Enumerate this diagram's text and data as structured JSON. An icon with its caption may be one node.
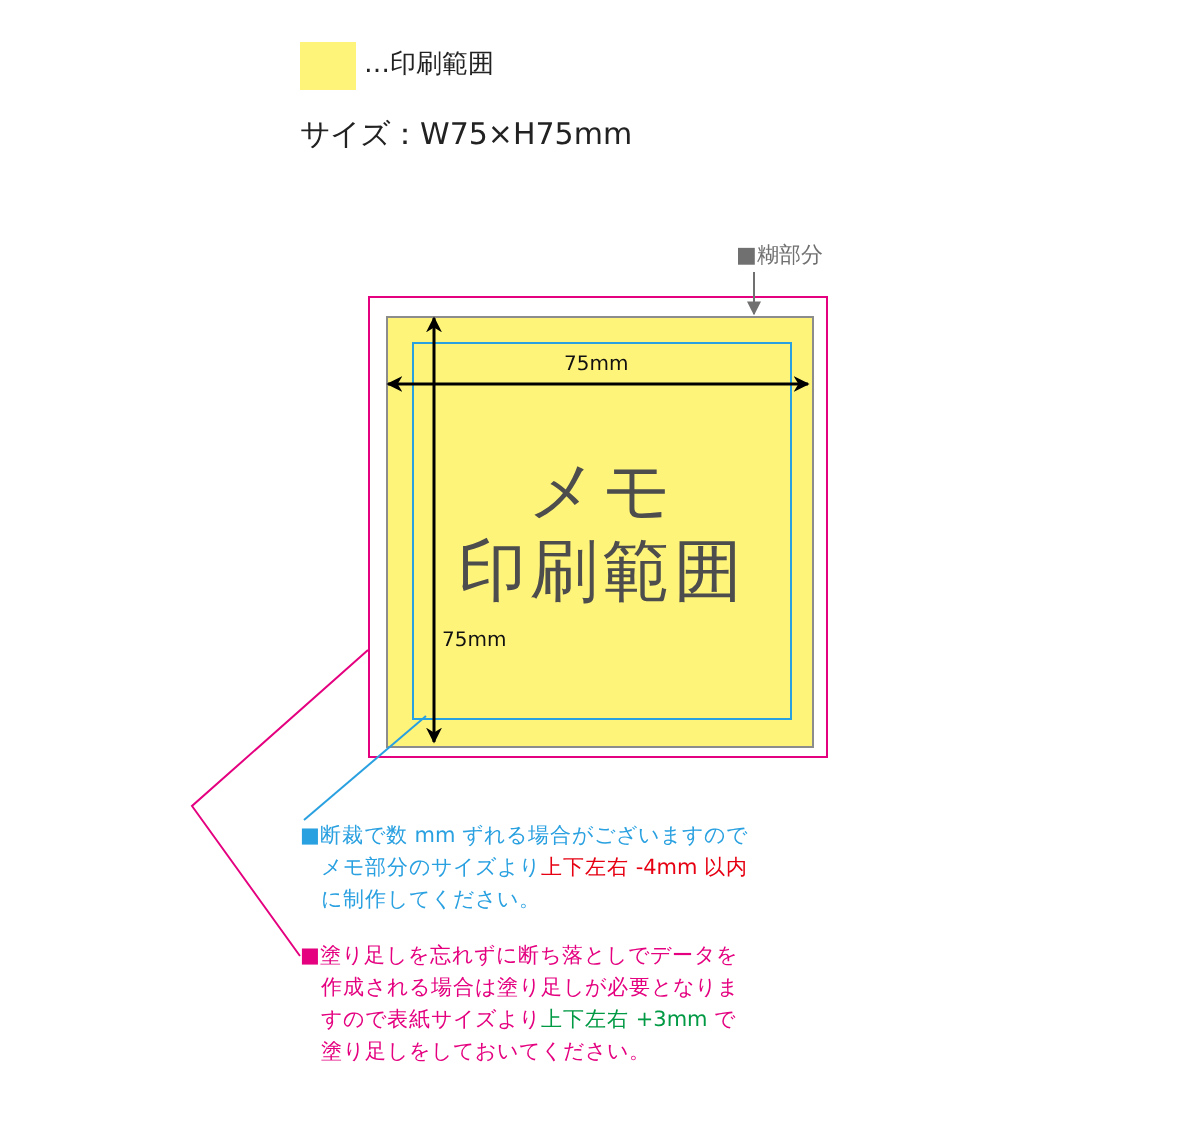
{
  "diagram": {
    "nodes": [
      {
        "text": [],
        "shape": "box"
      },
      {
        "text": [],
        "shape": "box",
        "in": 0
      },
      {
        "text": [
          "メモ",
          "印刷範囲"
        ],
        "in": 1
      },
      {
        "text": [
          "■糊部分"
        ]
      },
      {
        "text": [
          "■断裁で数 mm ずれる場合がございますのでメモ部分のサイズより**上下左右 -4mm 以内**に制作してください。"
        ]
      },
      {
        "text": [
          "■塗り足しを忘れずに断ち落としでデータを作成される場合は塗り足しが必要となりますので表紙サイズより**上下左右 +3mm** で塗り足しをしておいてください。"
        ]
      }
    ],
    "edges": [
      {
        "from": 3,
        "to": 1,
        "arrow": "to",
        "color": "#707070"
      },
      {
        "from": 4,
        "to": 2,
        "arrow": "none",
        "color": "#29a0e0"
      },
      {
        "from": 5,
        "to": 0,
        "arrow": "none",
        "color": "#e4007f"
      }
    ],
    "labels": [
      "サイズ：W75×H75mm",
      "75mm",
      "75mm"
    ],
    "legend": [
      {
        "text": "…印刷範囲",
        "color": "#fff47a"
      }
    ]
  }
}
